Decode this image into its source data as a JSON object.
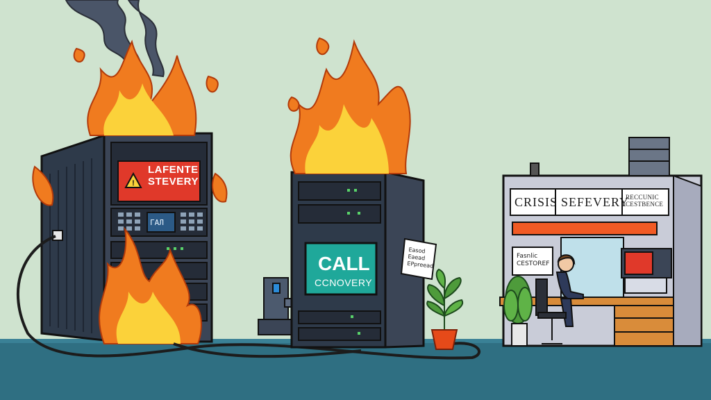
{
  "scene": {
    "description_free": true
  },
  "left_server": {
    "warning_screen": {
      "line1": "LAFENTE",
      "line2": "STEVERY",
      "icon": "warning-triangle-icon"
    },
    "small_screen": "ГАЛ"
  },
  "middle_server": {
    "screen": {
      "title": "CALL",
      "subtitle": "CCNOVERY"
    },
    "note": {
      "line1": "Easod",
      "line2": "Eaead",
      "line3": "EPpreead"
    }
  },
  "office": {
    "sign": {
      "word1": "CRISIS",
      "word2": "SEFEVERY",
      "word3_line1": "RECCUNIC",
      "word3_line2": "CESTBENCE"
    },
    "booth_note": {
      "line1": "Fasnlic",
      "line2": "CESTOREF"
    }
  },
  "colors": {
    "background": "#cfe3cf",
    "floor": "#2f6f82",
    "warning_red": "#e0392a",
    "screen_teal": "#1fa89a",
    "fire_orange": "#f07b1f",
    "fire_yellow": "#fbd23a",
    "awning": "#f15a24"
  }
}
